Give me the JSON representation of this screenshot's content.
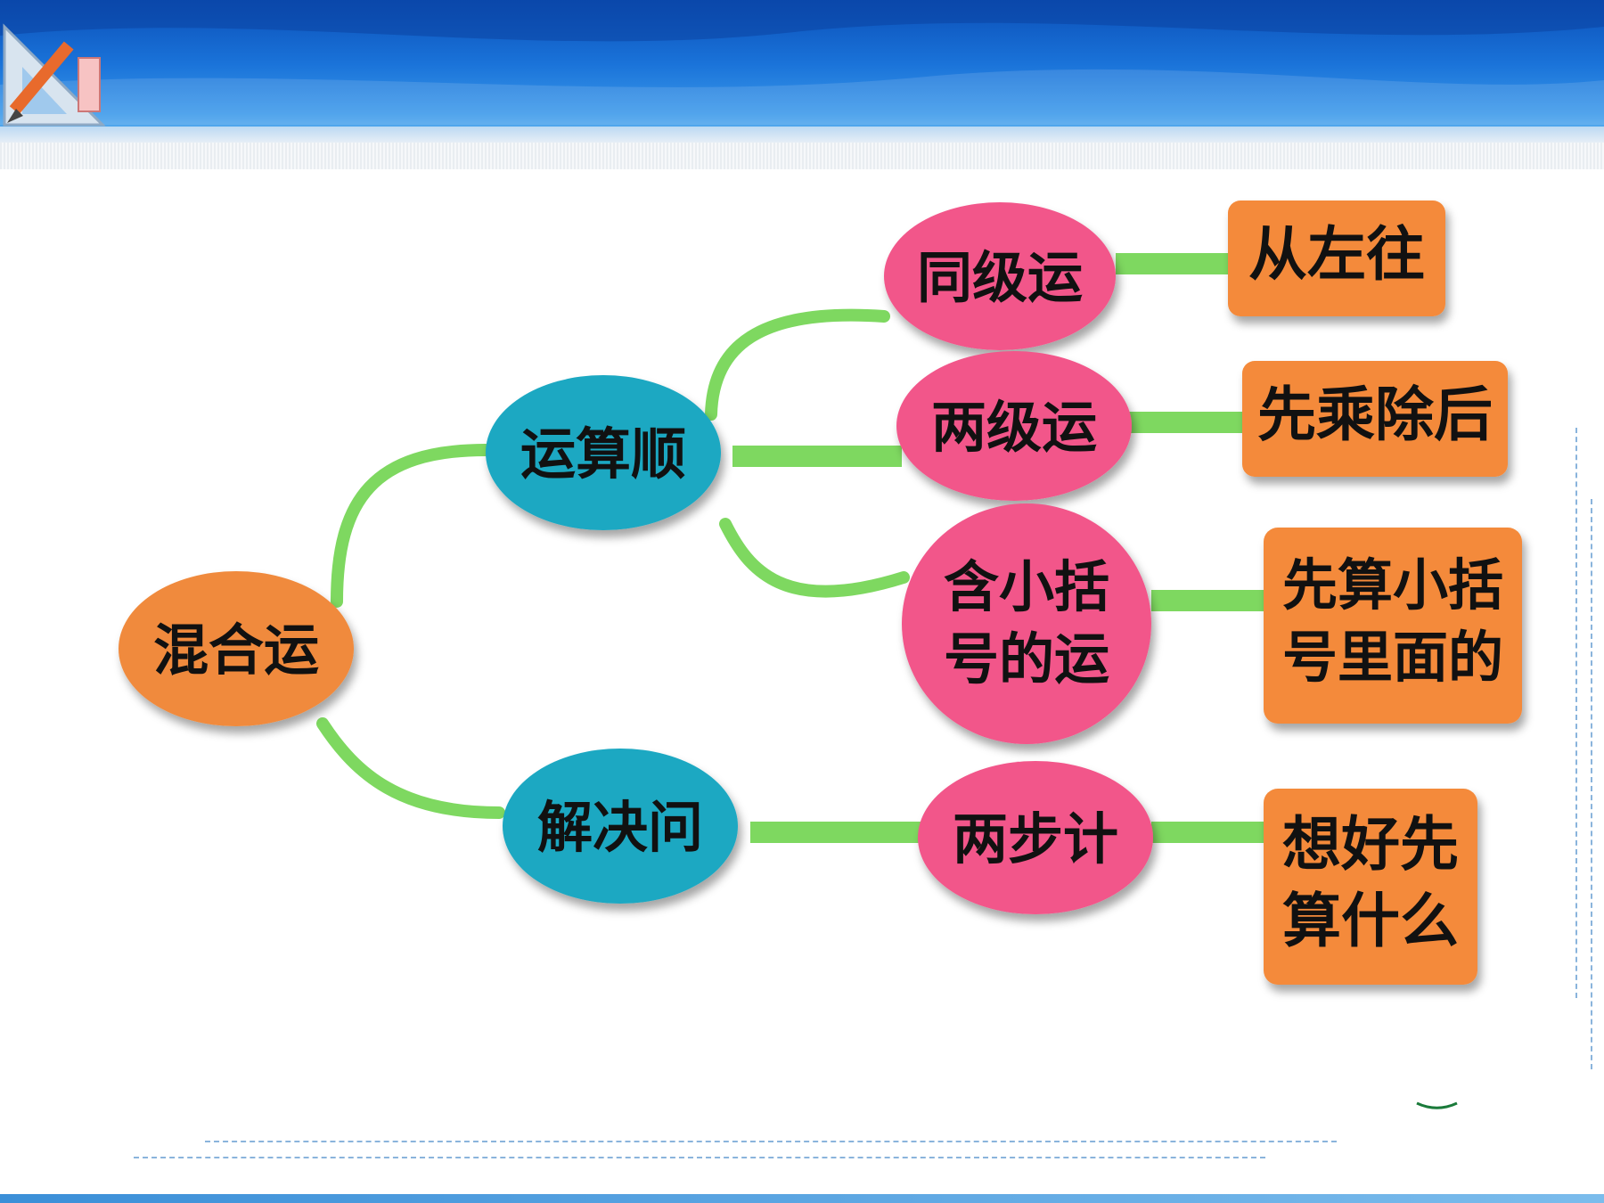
{
  "colors": {
    "root": "#f08a3c",
    "level1": "#1aa8c2",
    "level2": "#f2568a",
    "leaf": "#f48a3a",
    "connector": "#7ed860"
  },
  "nodes": {
    "root": "混合运",
    "order": "运算顺",
    "solve": "解决问",
    "same_level": "同级运",
    "two_level": "两级运",
    "parentheses": "含小括\n号的运",
    "two_step": "两步计",
    "leaf_left_to_right": "从左往",
    "leaf_mul_div_first": "先乘除后",
    "leaf_parentheses_first": "先算小括\n号里面的",
    "leaf_think_first": "想好先\n算什么"
  }
}
